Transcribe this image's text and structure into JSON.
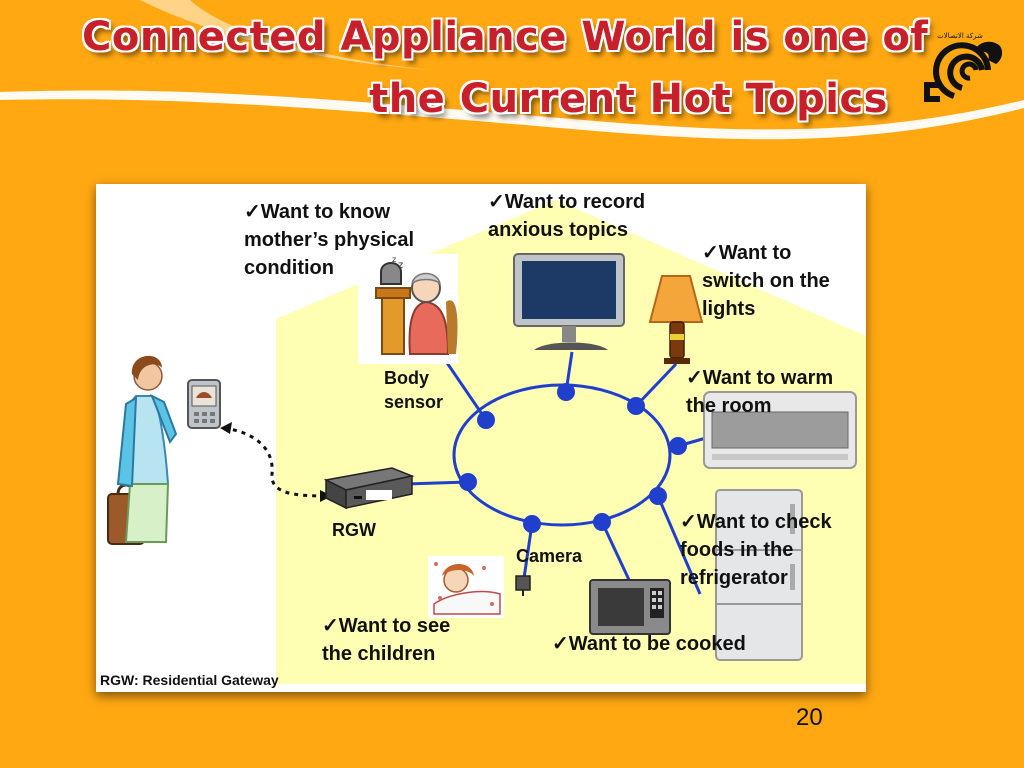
{
  "slide": {
    "title_line1": "Connected Appliance World is one of",
    "title_line2": "the Current Hot Topics",
    "page_number": "20",
    "logo_text": "شركة الاتصالات"
  },
  "diagram": {
    "wants": {
      "mother": "✓Want to know\nmother’s physical\ncondition",
      "record": "✓Want to record\nanxious topics",
      "lights": "✓Want to\nswitch on the\nlights",
      "warm": "✓Want to warm\nthe room",
      "fridge": "✓Want to check\nfoods in the\nrefrigerator",
      "cooked": "✓Want to be cooked",
      "children": "✓Want to see\nthe children"
    },
    "labels": {
      "body_sensor": "Body\nsensor",
      "rgw": "RGW",
      "camera": "Camera"
    },
    "footnote": "RGW: Residential Gateway"
  },
  "colors": {
    "background": "#FFA812",
    "title": "#C8202A",
    "house": "#FFFFB3",
    "network": "#1F3FCC"
  }
}
